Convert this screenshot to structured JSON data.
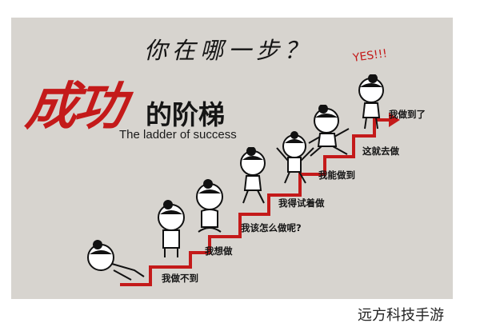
{
  "poster": {
    "question": "你在哪一步？",
    "title_red": "成功",
    "title_black": "的阶梯",
    "subtitle": "The ladder of success",
    "exclaim": "YES!!!",
    "steps": [
      {
        "label": "我做不到"
      },
      {
        "label": "我想做"
      },
      {
        "label": "我该怎么做呢?"
      },
      {
        "label": "我得试着做"
      },
      {
        "label": "我能做到"
      },
      {
        "label": "这就去做"
      },
      {
        "label": "我做到了"
      }
    ]
  },
  "watermark": "远方科技手游",
  "colors": {
    "background": "#d7d4cf",
    "accent_red": "#c41a1a",
    "ink": "#141414"
  }
}
